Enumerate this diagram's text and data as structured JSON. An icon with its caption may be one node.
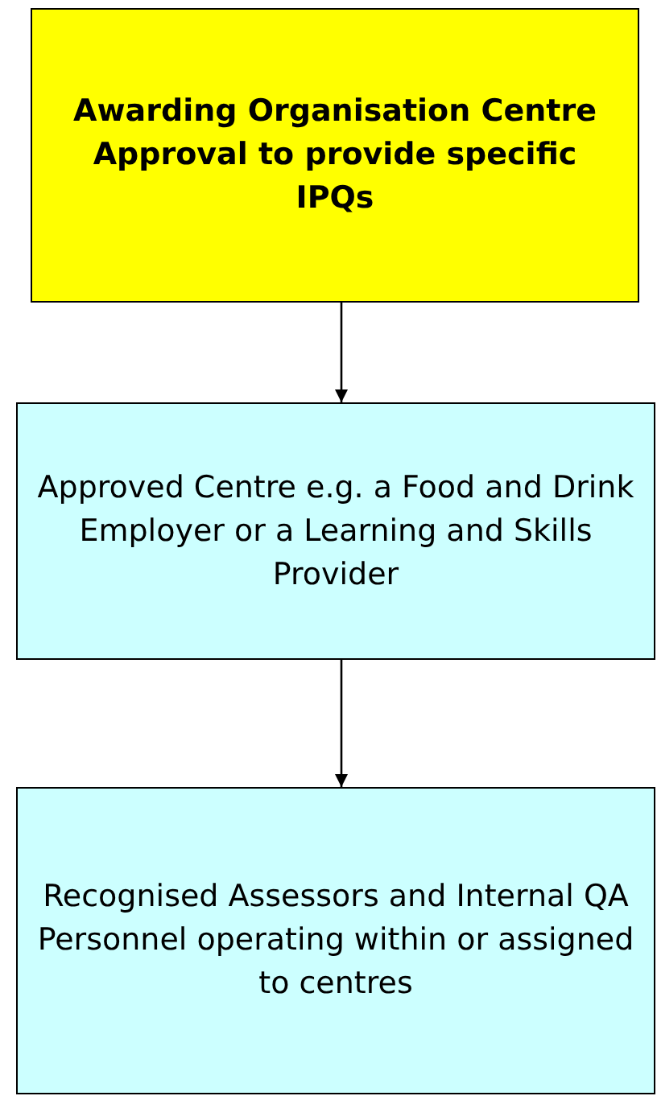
{
  "diagram": {
    "nodes": [
      {
        "text": [
          "Awarding Organisation Centre Approval to provide specific IPQs"
        ]
      },
      {
        "text": [
          "Approved Centre e.g. a Food and Drink Employer or a Learning and Skills Provider"
        ]
      },
      {
        "text": [
          "Recognised Assessors and Internal QA Personnel operating within or assigned to centres"
        ]
      }
    ],
    "edges": [
      {
        "from": 0,
        "to": 1,
        "arrow": "to"
      },
      {
        "from": 1,
        "to": 2,
        "arrow": "to"
      }
    ]
  }
}
